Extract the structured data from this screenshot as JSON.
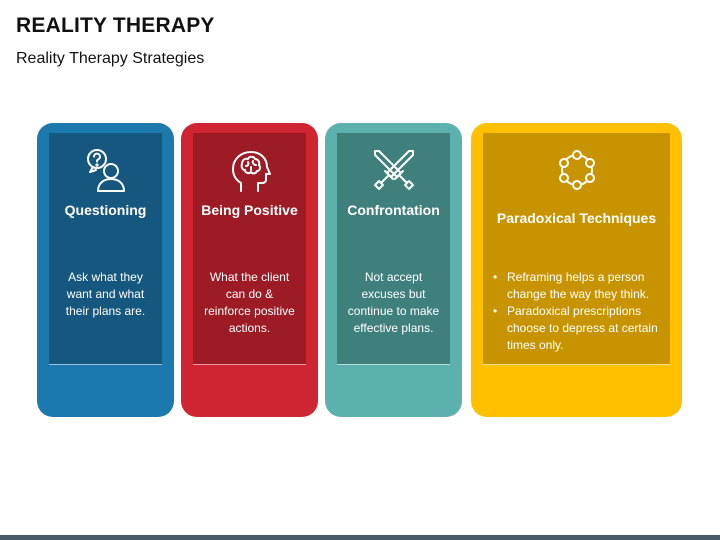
{
  "header": {
    "title": "REALITY THERAPY",
    "subtitle": "Reality Therapy Strategies"
  },
  "cards": [
    {
      "heading": "Questioning",
      "body": "Ask what they want and what their plans are.",
      "icon": "question-person-icon",
      "color": "#1b79ad",
      "top_color": "#16577f"
    },
    {
      "heading": "Being Positive",
      "body": "What the client can do & reinforce positive actions.",
      "icon": "brain-head-icon",
      "color": "#cf2533",
      "top_color": "#9c1b25"
    },
    {
      "heading": "Confrontation",
      "body": "Not accept excuses but continue to make effective plans.",
      "icon": "crossed-swords-icon",
      "color": "#5cb1ae",
      "top_color": "#3f807d"
    },
    {
      "heading": "Paradoxical Techniques",
      "bullets": [
        "Reframing helps a person change the way they think.",
        "Paradoxical prescriptions choose to depress at certain times only."
      ],
      "icon": "circular-network-icon",
      "color": "#ffc000",
      "top_color": "#c79400"
    }
  ]
}
